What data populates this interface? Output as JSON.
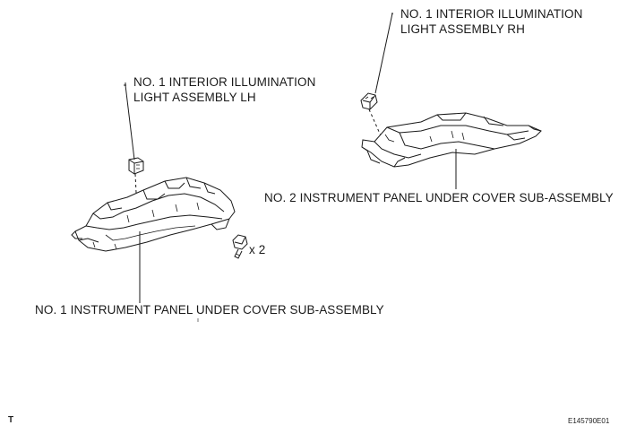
{
  "labels": {
    "rh_light_line1": "NO. 1 INTERIOR ILLUMINATION",
    "rh_light_line2": "LIGHT ASSEMBLY RH",
    "lh_light_line1": "NO. 1 INTERIOR ILLUMINATION",
    "lh_light_line2": "LIGHT ASSEMBLY LH",
    "no2_cover": "NO. 2 INSTRUMENT PANEL UNDER COVER SUB-ASSEMBLY",
    "no1_cover": "NO. 1 INSTRUMENT PANEL UNDER COVER SUB-ASSEMBLY",
    "bolt_qty": "x 2"
  },
  "footer": {
    "corner_mark": "T",
    "figure_code": "E145790E01"
  }
}
